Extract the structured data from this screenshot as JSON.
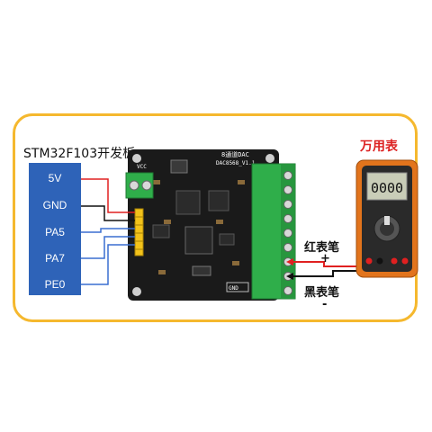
{
  "stm32": {
    "title": "STM32F103开发板",
    "pins": [
      "5V",
      "GND",
      "PA5",
      "PA7",
      "PE0"
    ]
  },
  "dac_board": {
    "title_line1": "8通道DAC",
    "title_line2": "DAC8568_V1.1",
    "vcc_label": "VCC",
    "gnd_label": "GND"
  },
  "multimeter": {
    "title": "万用表",
    "display": "0000"
  },
  "probes": {
    "red_label": "红表笔",
    "red_sign": "+",
    "black_label": "黑表笔",
    "black_sign": "-"
  },
  "colors": {
    "frame": "#f5b82e",
    "stm_box": "#2e63b8",
    "wire_red": "#e02020",
    "wire_black": "#111111",
    "wire_blue": "#3a6fd0",
    "board": "#1a1a1a",
    "terminal_green": "#2fae4a",
    "meter_orange": "#e2741c",
    "title_red": "#dd2222"
  }
}
